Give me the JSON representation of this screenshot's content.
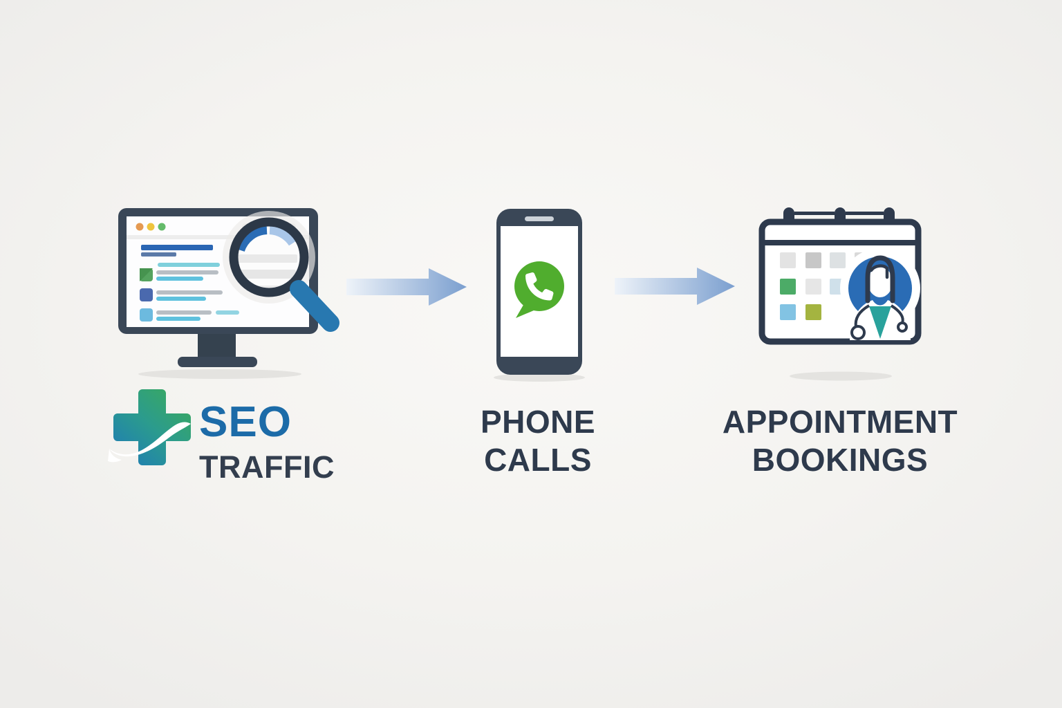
{
  "diagram": {
    "steps": [
      {
        "id": "seo-traffic",
        "icon": "monitor-search",
        "label_lines": [
          "SEO",
          "TRAFFIC"
        ]
      },
      {
        "id": "phone-calls",
        "icon": "smartphone-call",
        "label_lines": [
          "PHONE",
          "CALLS"
        ]
      },
      {
        "id": "appointment-bookings",
        "icon": "calendar-doctor",
        "label_lines": [
          "APPOINTMENT",
          "BOOKINGS"
        ]
      }
    ],
    "connectors": [
      {
        "type": "arrow-right"
      },
      {
        "type": "arrow-right"
      }
    ]
  },
  "colors": {
    "background": "#f3f2ef",
    "dark_navy_text": "#2e3a4c",
    "device_navy": "#3a4757",
    "seo_blue": "#1c6ba8",
    "serp_link_blue": "#2a66b4",
    "result_cyan": "#5ec1de",
    "whatsapp_green": "#50ad2e",
    "magnifier_handle_blue": "#2878b0",
    "logo_gradient_green": "#3aa95f",
    "logo_gradient_blue": "#1f7db4",
    "arrow_gradient_light": "#edf2f9",
    "arrow_gradient_dark": "#7b9fcf",
    "calendar_green": "#4cab67",
    "calendar_sky_blue": "#82c3e3",
    "calendar_olive": "#a4b440",
    "avatar_circle_blue": "#2a6cb5",
    "scrub_teal": "#29a29c"
  }
}
